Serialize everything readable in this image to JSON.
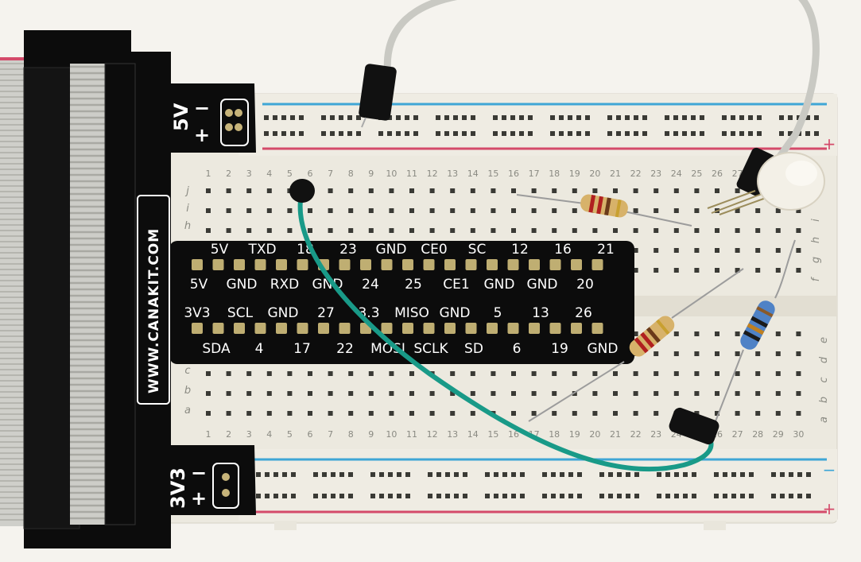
{
  "board": {
    "power_top": "5V",
    "power_bottom": "3V3",
    "url": "WWW.CANAKIT.COM",
    "plus": "+",
    "minus": "−",
    "top_row": [
      "5V",
      "TXD",
      "18",
      "23",
      "GND",
      "CE0",
      "SC",
      "12",
      "16",
      "21"
    ],
    "second_row": [
      "5V",
      "GND",
      "RXD",
      "GND",
      "24",
      "25",
      "CE1",
      "GND",
      "GND",
      "20"
    ],
    "third_row": [
      "3V3",
      "SCL",
      "GND",
      "27",
      "3.3",
      "MISO",
      "GND",
      "5",
      "13",
      "26"
    ],
    "bottom_row": [
      "SDA",
      "4",
      "17",
      "22",
      "MOSI",
      "SCLK",
      "SD",
      "6",
      "19",
      "GND"
    ]
  },
  "breadboard": {
    "columns": [
      "1",
      "2",
      "3",
      "4",
      "5",
      "6",
      "7",
      "8",
      "9",
      "10",
      "11",
      "12",
      "13",
      "14",
      "15",
      "16",
      "17",
      "18",
      "19",
      "20",
      "21",
      "22",
      "23",
      "24",
      "25",
      "26",
      "27",
      "28",
      "29",
      "30"
    ],
    "rows_upper_left": [
      "j",
      "i",
      "h"
    ],
    "rows_upper_right": [
      "f",
      "g",
      "h",
      "i"
    ],
    "rows_lower_left": [
      "c",
      "b",
      "a"
    ],
    "rows_lower_right": [
      "e",
      "d",
      "c",
      "b",
      "a"
    ],
    "rail_plus": "+",
    "rail_minus": "−"
  },
  "colors": {
    "board": "#0c0c0c",
    "breadboard": "#ece9df",
    "rail_red": "#d44a6a",
    "rail_blue": "#3fa6d6",
    "jumper": "#199a88",
    "cable": "#c9c9c3"
  }
}
